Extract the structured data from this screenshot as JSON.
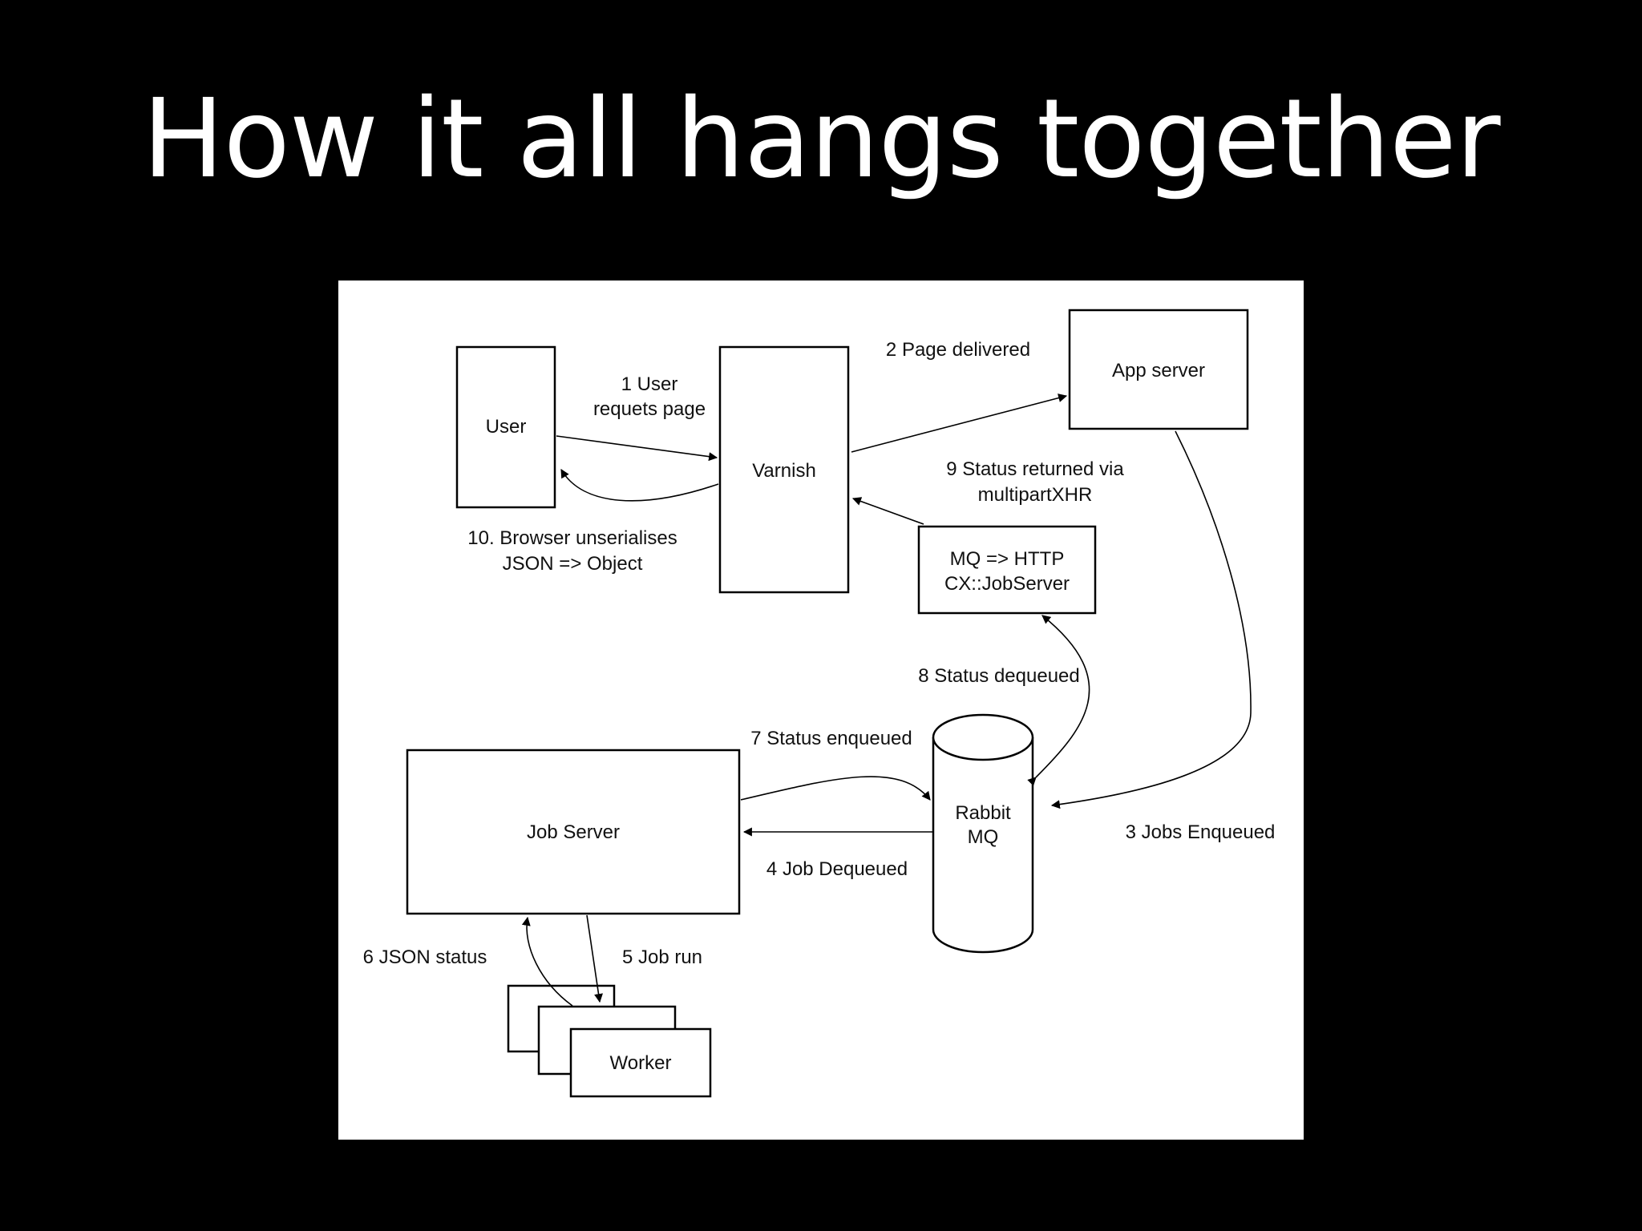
{
  "slide": {
    "title": "How it all hangs together"
  },
  "diagram": {
    "nodes": {
      "user": "User",
      "varnish": "Varnish",
      "app_server": "App server",
      "mq_http_line1": "MQ => HTTP",
      "mq_http_line2": "CX::JobServer",
      "rabbit_line1": "Rabbit",
      "rabbit_line2": "MQ",
      "job_server": "Job Server",
      "worker": "Worker"
    },
    "edges": {
      "step1_line1": "1 User",
      "step1_line2": "requets page",
      "step2": "2 Page delivered",
      "step3": "3 Jobs Enqueued",
      "step4": "4 Job Dequeued",
      "step5": "5 Job run",
      "step6": "6 JSON status",
      "step7": "7 Status enqueued",
      "step8": "8 Status dequeued",
      "step9_line1": "9 Status returned via",
      "step9_line2": "multipartXHR",
      "step10_line1": "10. Browser unserialises",
      "step10_line2": "JSON => Object"
    }
  },
  "colors": {
    "background": "#000000",
    "title_text": "#ffffff",
    "panel": "#ffffff",
    "ink": "#000000"
  }
}
